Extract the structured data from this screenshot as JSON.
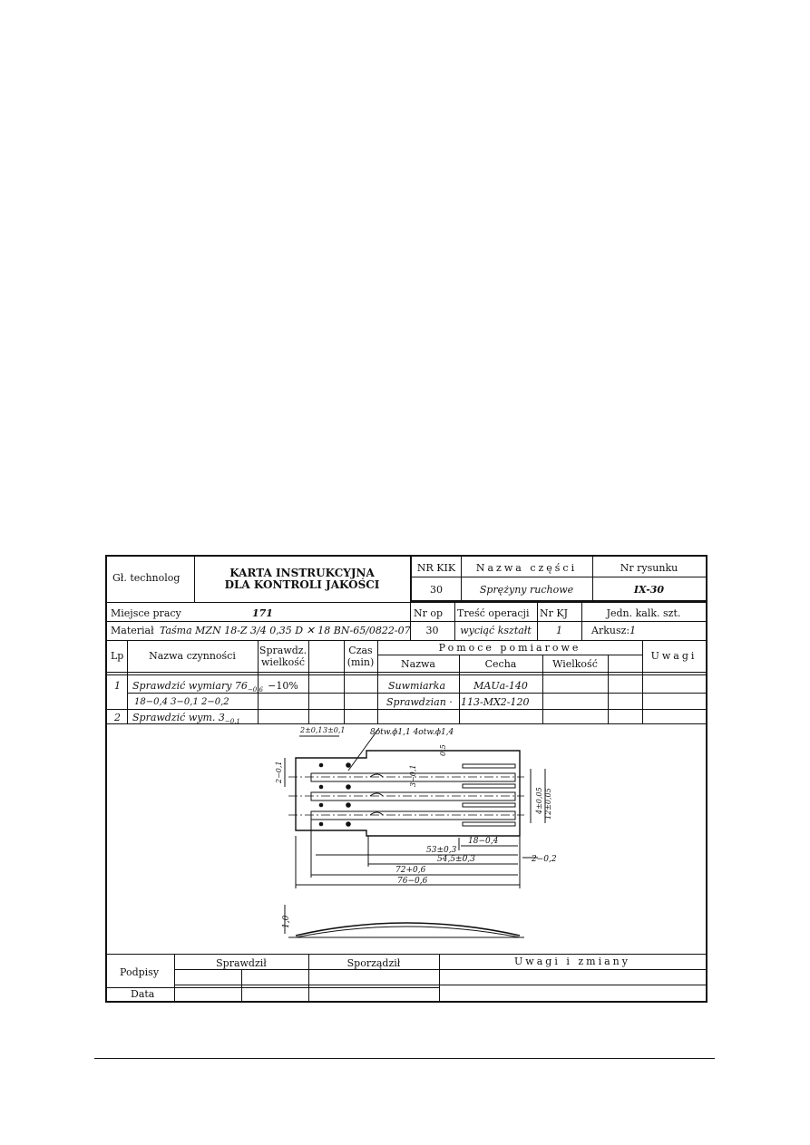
{
  "header": {
    "gl_technolog": "Gł. technolog",
    "title_line1": "KARTA INSTRUKCYJNA",
    "title_line2": "DLA KONTROLI JAKOŚCI",
    "nr_kik_label": "NR KIK",
    "nr_kik_value": "30",
    "nazwa_czesci_label": "Nazwa części",
    "nazwa_czesci_value": "Sprężyny ruchowe",
    "nr_rysunku_label": "Nr rysunku",
    "nr_rysunku_value": "IX-30"
  },
  "info": {
    "miejsce_pracy_label": "Miejsce pracy",
    "miejsce_pracy_value": "171",
    "material_label": "Materiał",
    "material_value": "Taśma MZN 18-Z 3/4 0,35 D ✕ 18 BN-65/0822-07",
    "nr_op_label": "Nr op",
    "nr_op_value": "30",
    "tresc_label": "Treść operacji",
    "tresc_value": "wyciąć kształt",
    "nr_kj_label": "Nr KJ",
    "nr_kj_value": "1",
    "jedn_label": "Jedn. kalk. szt.",
    "arkusz_label": "Arkusz:",
    "arkusz_value": "1"
  },
  "table": {
    "lp": "Lp",
    "nazwa_czynnosci": "Nazwa czynności",
    "sprawdz_1": "Sprawdz.",
    "sprawdz_2": "wielkość",
    "czas_1": "Czas",
    "czas_2": "(min)",
    "pomoce": "Pomoce pomiarowe",
    "nazwa": "Nazwa",
    "cecha": "Cecha",
    "wielkosc": "Wielkość",
    "uwagi": "Uwagi",
    "rows": [
      {
        "lp": "1",
        "czynnosc": "Sprawdzić wymiary 76",
        "czynnosc_sub": "−0,6",
        "sprawdz": "−10%",
        "nazwa": "Suwmiarka",
        "cecha": "MAUa-140"
      },
      {
        "lp": "",
        "czynnosc": "18−0,4 3−0,1 2−0,2",
        "czynnosc_sub": "",
        "sprawdz": "",
        "nazwa": "Sprawdzian ·",
        "cecha": "113-MX2-120"
      },
      {
        "lp": "2",
        "czynnosc": "Sprawdzić wym. 3",
        "czynnosc_sub": "−0,1",
        "sprawdz": "",
        "nazwa": "",
        "cecha": ""
      }
    ]
  },
  "drawing": {
    "labels": {
      "holes": "8otw.ϕ1,1 4otw.ϕ1,4",
      "d2_01": "2±0,1",
      "d3_01": "3±0,1",
      "d05": "0,5",
      "d2_left": "2−0,1",
      "d3_mid": "3−0,1",
      "d4": "4±0,05",
      "d12": "12±0,05",
      "d18": "18−0,4",
      "d53": "53±0,3",
      "d545": "54,5±0,3",
      "d2_02": "2−0,2",
      "d72": "72+0,6",
      "d76": "76−0,6",
      "d10": "1,0"
    }
  },
  "footer": {
    "podpisy": "Podpisy",
    "sprawdzil": "Sprawdził",
    "sporzadzil": "Sporządził",
    "uwagi_zmiany": "Uwagi i zmiany",
    "data": "Data"
  },
  "colors": {
    "ink": "#111111",
    "paper": "#ffffff"
  }
}
